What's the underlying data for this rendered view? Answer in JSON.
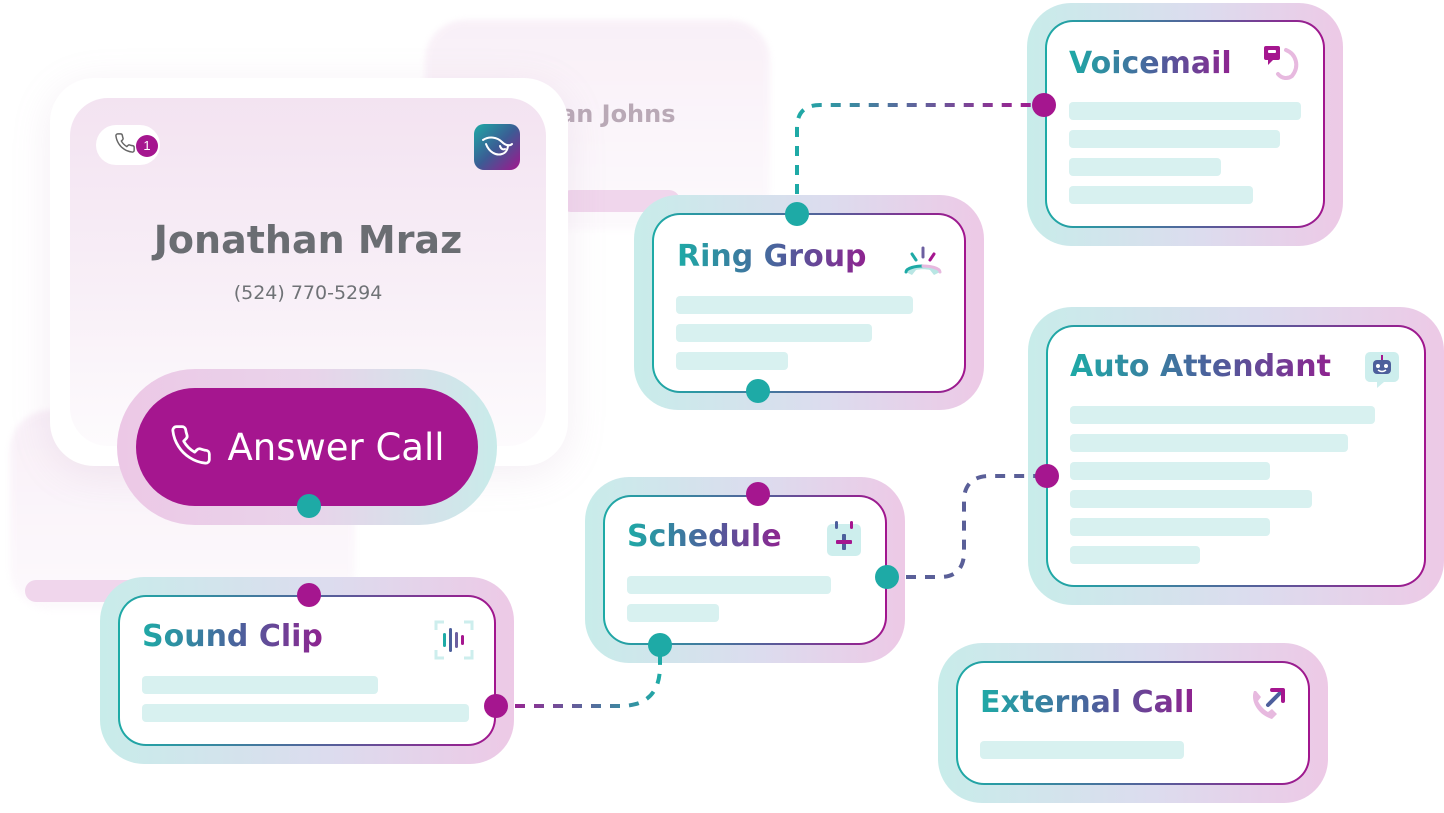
{
  "call": {
    "missed_count": "1",
    "caller_name": "Jonathan Mraz",
    "caller_phone": "(524) 770-5294",
    "answer_label": "Answer Call"
  },
  "nodes": {
    "voicemail": {
      "title": "Voicemail",
      "icon": "voicemail-icon"
    },
    "ring_group": {
      "title": "Ring Group",
      "icon": "ring-group-icon"
    },
    "auto_attendant": {
      "title": "Auto Attendant",
      "icon": "robot-icon"
    },
    "schedule": {
      "title": "Schedule",
      "icon": "calendar-icon"
    },
    "sound_clip": {
      "title": "Sound Clip",
      "icon": "audio-wave-icon"
    },
    "external_call": {
      "title": "External Call",
      "icon": "outgoing-call-icon"
    }
  },
  "colors": {
    "magenta": "#a5168f",
    "teal": "#1eaaa6",
    "slate": "#4d5f9c",
    "placeholder_bar": "#d8f1f0"
  }
}
